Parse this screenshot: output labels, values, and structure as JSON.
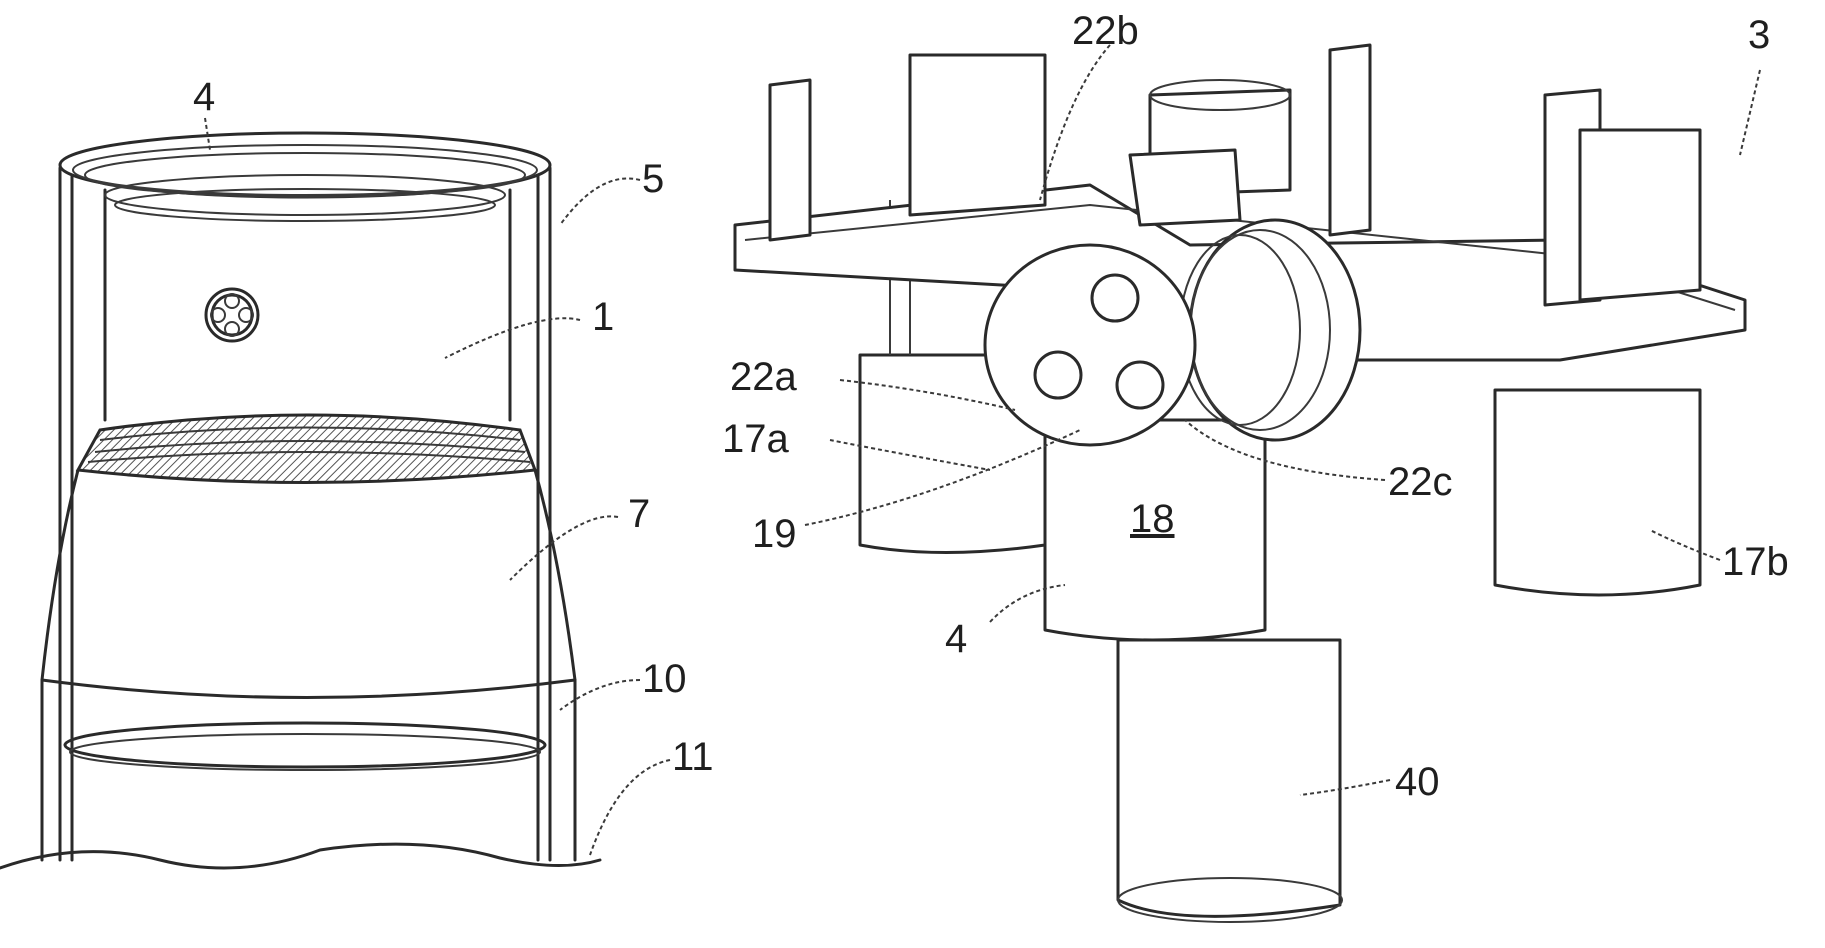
{
  "figure": {
    "left_view_labels": {
      "l4": "4",
      "l5": "5",
      "l1": "1",
      "l7": "7",
      "l10": "10",
      "l11": "11"
    },
    "right_view_labels": {
      "l22b": "22b",
      "l3": "3",
      "l22a": "22a",
      "l17a": "17a",
      "l19": "19",
      "l18": "18",
      "l22c": "22c",
      "l17b": "17b",
      "l4b": "4",
      "l40": "40"
    }
  }
}
